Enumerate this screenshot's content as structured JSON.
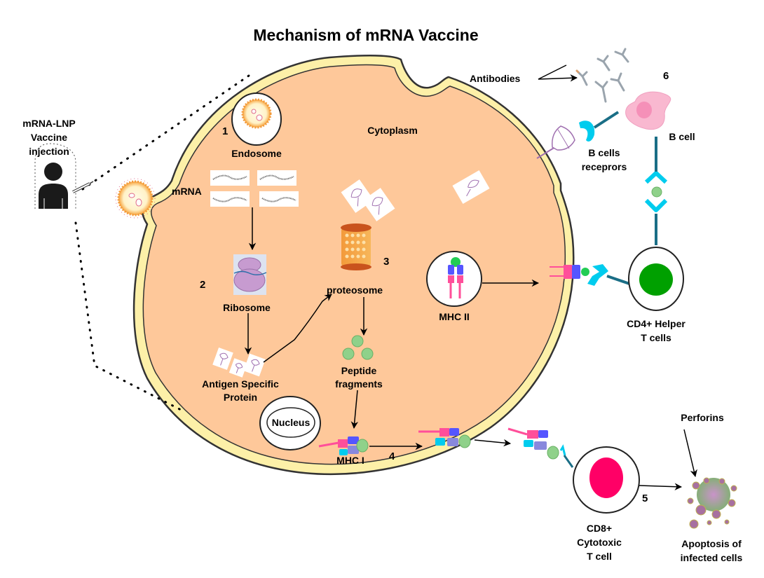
{
  "title": "Mechanism of mRNA Vaccine",
  "labels": {
    "injection": [
      "mRNA-LNP",
      "Vaccine",
      "injection"
    ],
    "endosome": "Endosome",
    "cytoplasm": "Cytoplasm",
    "mrna": "mRNA",
    "ribosome": "Ribosome",
    "proteosome": "proteosome",
    "antigen_protein": [
      "Antigen Specific",
      "Protein"
    ],
    "peptide_fragments": [
      "Peptide",
      "fragments"
    ],
    "nucleus": "Nucleus",
    "mhc1": "MHC I",
    "mhc2": "MHC II",
    "antibodies": "Antibodies",
    "b_cell": "B cell",
    "b_cell_receptors": [
      "B cells",
      "receprors"
    ],
    "cd4": [
      "CD4+ Helper",
      "T cells"
    ],
    "cd8": [
      "CD8+",
      "Cytotoxic",
      "T cell"
    ],
    "perforins": "Perforins",
    "apoptosis": [
      "Apoptosis of",
      "infected cells"
    ]
  },
  "steps": [
    "1",
    "2",
    "3",
    "4",
    "5",
    "6"
  ],
  "colors": {
    "cytoplasm": "#fec89a",
    "membrane": "#fdf0a8",
    "outline": "#333333",
    "peptide": "#8fd18a",
    "cd4_nucleus": "#00a000",
    "cd8_nucleus": "#ff0066",
    "receptor": "#00ccee",
    "b_cell": "#f9b8d0",
    "mhc_pink": "#ff4f9a",
    "mhc_blue": "#5555ff",
    "antibody": "#9aa4ad"
  }
}
